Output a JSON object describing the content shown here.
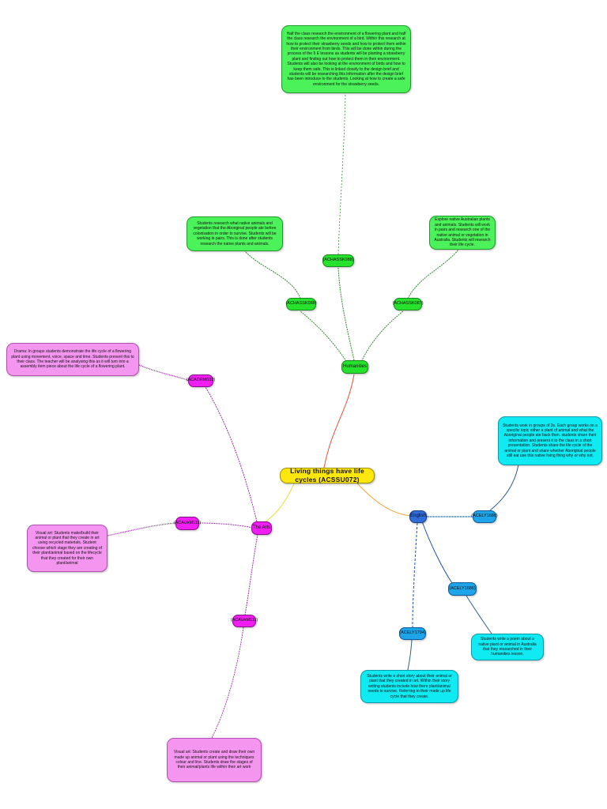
{
  "central": {
    "label": "Living things have life cycles (ACSSU072)"
  },
  "humanities": {
    "label": "Humanities",
    "codes": {
      "left": "(ACHASSK088)",
      "middle": "(ACHASSK088)",
      "right": "(ACHASSK087)"
    },
    "notes": {
      "top": "Half the class research the environment of a flowering plant and half the class research the environment of a bird. Within this research at how to protect their strawberry seeds and how to protect them within their environment from birds. This will be done within during the process of the 5 E lessons as students will be planting a strawberry plant and finding out how to protect them in their environment. Students will also be looking at the environment of birds and how to keep them safe. This is linked closely to the design brief and students will be researching this information after the design brief has been introduce to the students. Looking at how to create a safe environment for the strawberry seeds.",
      "left": "Students research what native animals and vegetation that the Aboriginal people ate before colonisation in order to survive. Students will be working in pairs. This is done after students research the native plants and animals.",
      "right": "Explore native Australian plants and animals. Students will work in pairs and research one of the native animal or vegetation in Australia. Students will research their life cycle."
    }
  },
  "the_arts": {
    "label": "The Arts",
    "codes": {
      "top": "(ACADRM032)",
      "middle": "(ACAVAM111)",
      "bottom": "(ACAVAM111)"
    },
    "notes": {
      "drama": "Drama: In groups students demonstrate the life cycle of a flowering plant using movement, voice, space and time. Students present this to their class. The teacher will be analysing this as it will turn into a assembly item piece about the life cycle of a flowering plant.",
      "visual_make": "Visual art: Students make/build their animal or plant that they create in art using recycled materials. Student choose which stage they are creating of their plant/animal based on the lifecycle that they created for their own plant/animal",
      "visual_draw": "Visual art: Students create and draw their own made up animal or plant using the techniques colour and line. Students draw the stages of their animal/plants life within their art work"
    }
  },
  "english": {
    "label": "English",
    "codes": {
      "right": "(ACELY1688)",
      "middle": "(ACELY1686)",
      "bottom": "(ACELY1794)"
    },
    "notes": {
      "groups": "Students work in groups of 3s. Each group works on a specific topic either a plant of animal and what the Aboriginal people ate back then. students share their information and present it to the class in a short presentation. Students share the life cycle of the animal or plant and share whether Aboriginal people still eat use this native living thing why or why not.",
      "poem": "Students write a poem about a native plant or animal in Australia that they researched in their humanities lesson.",
      "story": "Students write a short story about their animal or plant that they created in art. Within their story writing students include how there plant/animal needs to survive. Referring to their made up life cycle that they create."
    }
  },
  "colors": {
    "humanities": "#27e22d",
    "humanities_edge": "#2f8a2f",
    "arts": "#f01ef0",
    "arts_edge": "#9a2fa8",
    "english": "#2f6ed6",
    "english_edge": "#1f4fb0",
    "english_light": "#10eaf2",
    "central": "#fde70c"
  }
}
